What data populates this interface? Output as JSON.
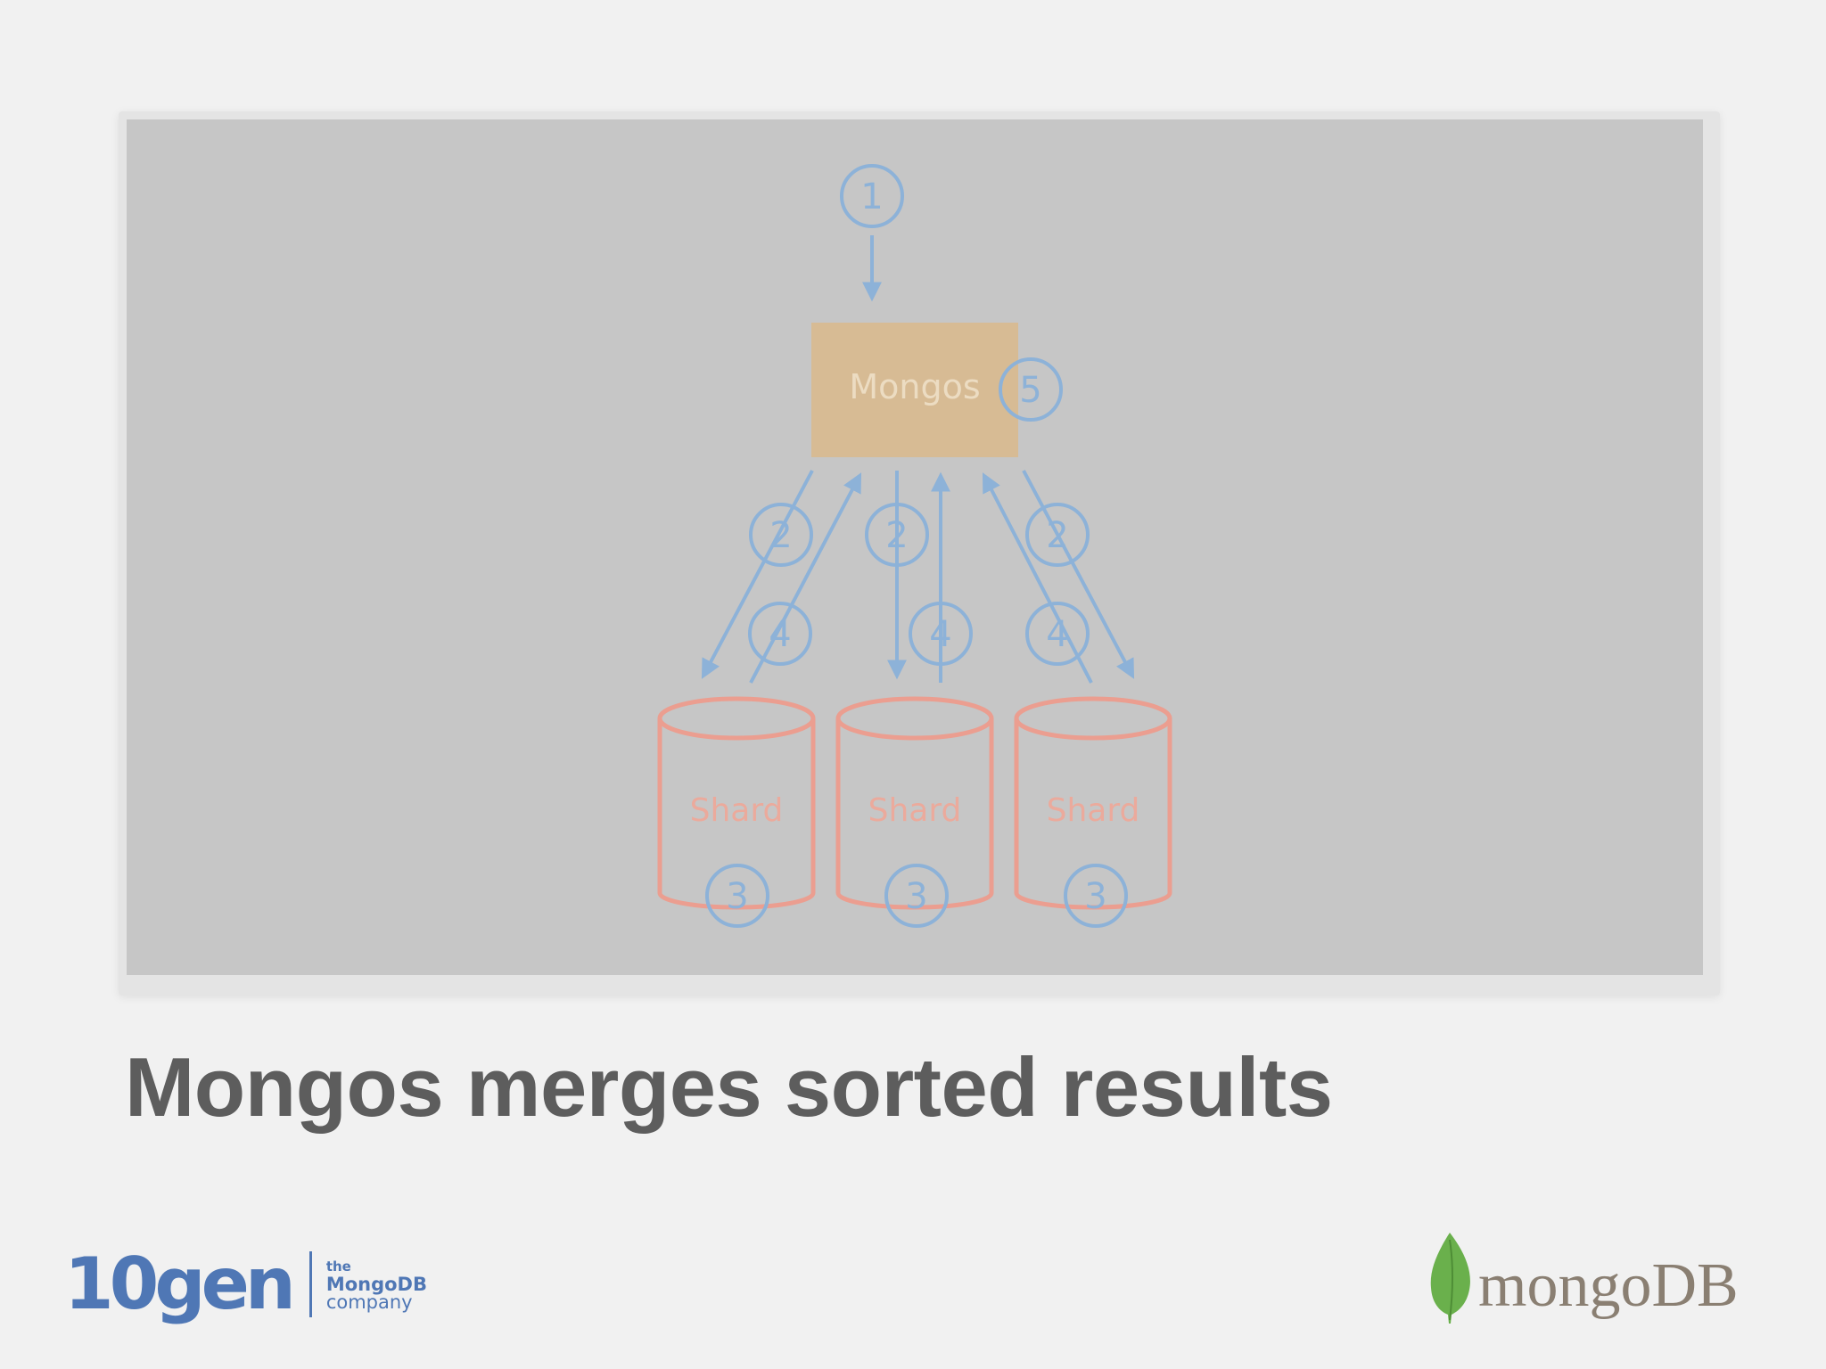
{
  "slide": {
    "title": "Mongos merges sorted results"
  },
  "diagram": {
    "router_label": "Mongos",
    "shard_label": "Shard",
    "shard_count": 3,
    "steps": {
      "query": "1",
      "dispatch": "2",
      "shard_sort": "3",
      "return": "4",
      "merge": "5"
    },
    "colors": {
      "router_fill": "#d8b98e",
      "shard_stroke": "#eb9e90",
      "arrow": "#8db2d8",
      "panel": "#c6c6c6"
    }
  },
  "footer": {
    "left_logo": {
      "wordmark": "10gen",
      "tagline": [
        "the",
        "MongoDB",
        "company"
      ]
    },
    "right_logo": {
      "wordmark": "mongoDB",
      "icon": "leaf-icon"
    }
  }
}
